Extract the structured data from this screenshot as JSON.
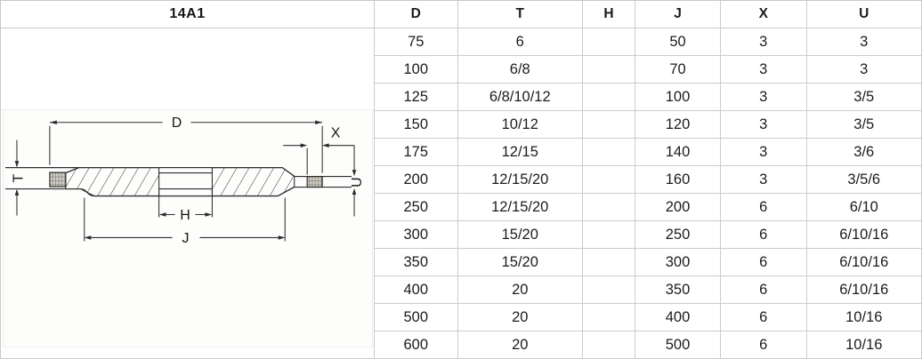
{
  "panel": {
    "title": "14A1"
  },
  "diagram": {
    "labels": {
      "d": "D",
      "t": "T",
      "h": "H",
      "j": "J",
      "x": "X",
      "u": "U"
    }
  },
  "table": {
    "columns": [
      "D",
      "T",
      "H",
      "J",
      "X",
      "U"
    ],
    "rows": [
      [
        "75",
        "6",
        "",
        "50",
        "3",
        "3"
      ],
      [
        "100",
        "6/8",
        "",
        "70",
        "3",
        "3"
      ],
      [
        "125",
        "6/8/10/12",
        "",
        "100",
        "3",
        "3/5"
      ],
      [
        "150",
        "10/12",
        "",
        "120",
        "3",
        "3/5"
      ],
      [
        "175",
        "12/15",
        "",
        "140",
        "3",
        "3/6"
      ],
      [
        "200",
        "12/15/20",
        "",
        "160",
        "3",
        "3/5/6"
      ],
      [
        "250",
        "12/15/20",
        "",
        "200",
        "6",
        "6/10"
      ],
      [
        "300",
        "15/20",
        "",
        "250",
        "6",
        "6/10/16"
      ],
      [
        "350",
        "15/20",
        "",
        "300",
        "6",
        "6/10/16"
      ],
      [
        "400",
        "20",
        "",
        "350",
        "6",
        "6/10/16"
      ],
      [
        "500",
        "20",
        "",
        "400",
        "6",
        "10/16"
      ],
      [
        "600",
        "20",
        "",
        "500",
        "6",
        "10/16"
      ]
    ]
  },
  "colors": {
    "line": "#2e2e2e",
    "table_border": "#cccccc",
    "segment_fill": "#d2cfc7",
    "segment_grid": "#8b877e"
  }
}
